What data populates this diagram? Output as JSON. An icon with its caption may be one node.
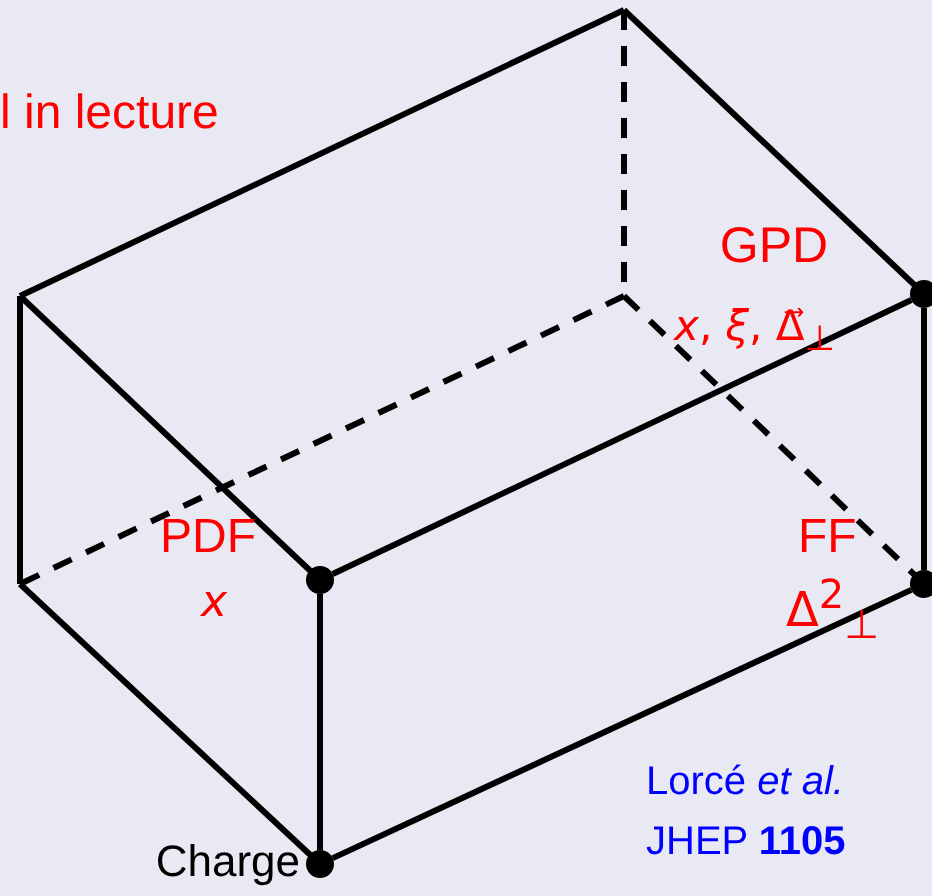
{
  "diagram": {
    "nodes": [
      {
        "text": [],
        "shape": "circle",
        "beside": [
          "GPD",
          "*x*, *ξ*, Δ⃗$_{⊥}$"
        ]
      },
      {
        "text": [],
        "shape": "circle",
        "beside": [
          "PDF",
          "*x*"
        ]
      },
      {
        "text": [],
        "shape": "circle",
        "beside": [
          "FF",
          "Δ$^{2}$$_{⊥}$"
        ]
      },
      {
        "text": [],
        "shape": "circle",
        "beside": [
          "Charge"
        ]
      }
    ],
    "edges": [
      {
        "from": 1,
        "to": 0,
        "arrow": "none"
      },
      {
        "from": 0,
        "to": 2,
        "arrow": "none"
      },
      {
        "from": 1,
        "to": 3,
        "arrow": "none"
      },
      {
        "from": 3,
        "to": 2,
        "arrow": "none"
      }
    ],
    "labels": [
      "l in lecture",
      "Lorcé *et al.*",
      "JHEP **1105**"
    ]
  }
}
